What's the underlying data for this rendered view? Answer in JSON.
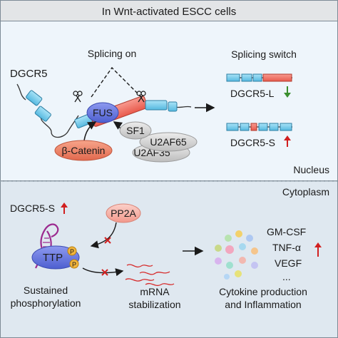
{
  "header": {
    "title": "In Wnt-activated ESCC cells"
  },
  "nucleus": {
    "region_label": "Nucleus",
    "gene_label": "DGCR5",
    "splicing_on_label": "Splicing on",
    "fus_label": "FUS",
    "beta_catenin_label": "β-Catenin",
    "sf1_label": "SF1",
    "u2af65_label": "U2AF65",
    "u2af35_label": "U2AF35",
    "splicing_switch_label": "Splicing switch",
    "long_isoform": {
      "label": "DGCR5-L",
      "trend": "down"
    },
    "short_isoform": {
      "label": "DGCR5-S",
      "trend": "up"
    }
  },
  "cytoplasm": {
    "region_label": "Cytoplasm",
    "dgcr5s_label": "DGCR5-S",
    "pp2a_label": "PP2A",
    "ttp_label": "TTP",
    "phospho_label": "P",
    "sustained_label": [
      "Sustained",
      "phosphorylation"
    ],
    "mrna_label": [
      "mRNA",
      "stabilization"
    ],
    "cytokines": [
      "GM-CSF",
      "TNF-α",
      "VEGF",
      "..."
    ],
    "outcome_label": [
      "Cytokine production",
      "and Inflammation"
    ]
  },
  "colors": {
    "nucleus_bg": "#eef5fb",
    "cytoplasm_bg": "#dfe8f0",
    "exon": "#7fd0ef",
    "exon_stroke": "#2f7fa3",
    "alt_exon": "#f2776a",
    "fus": "#6f7ee0",
    "beta_catenin": "#f08a6e",
    "factor": "#d3d3d3",
    "down_arrow": "#3a8f2e",
    "up_arrow": "#d11f1f",
    "pp2a": "#f6b7ae"
  }
}
